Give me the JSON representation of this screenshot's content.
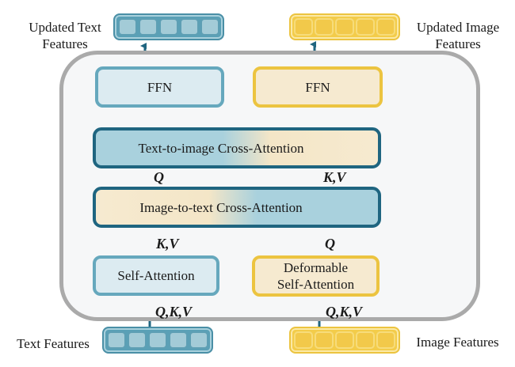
{
  "diagram": {
    "outputs": {
      "text": "Updated Text\nFeatures",
      "text_line1": "Updated Text",
      "text_line2": "Features",
      "image_line1": "Updated Image",
      "image_line2": "Features"
    },
    "inputs": {
      "text": "Text Features",
      "image": "Image Features"
    },
    "blocks": {
      "ffn_text": "FFN",
      "ffn_image": "FFN",
      "text_to_image": "Text-to-image Cross-Attention",
      "image_to_text": "Image-to-text Cross-Attention",
      "self_attention": "Self-Attention",
      "deformable_line1": "Deformable",
      "deformable_line2": "Self-Attention"
    },
    "edge_labels": {
      "q_to_t2i": "Q",
      "kv_to_t2i": "K,V",
      "kv_to_i2t": "K,V",
      "q_to_i2t": "Q",
      "qkv_text": "Q,K,V",
      "qkv_image": "Q,K,V"
    },
    "token_count": 5,
    "colors": {
      "text_stream": "#66a8bd",
      "image_stream": "#ecc440",
      "cross_border": "#1f6580",
      "arrow": "#1f6580",
      "container_border": "#aaaaaa"
    }
  }
}
